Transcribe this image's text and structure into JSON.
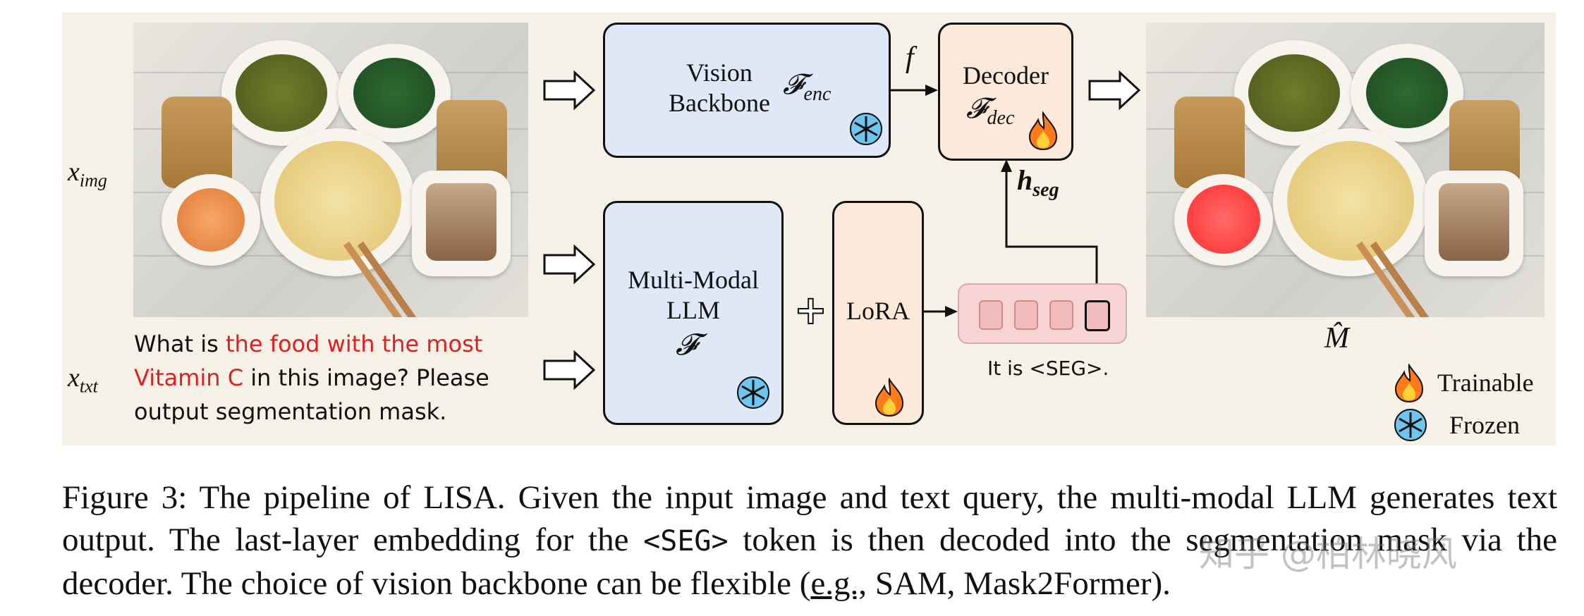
{
  "figure": {
    "inputs": {
      "image_label": "x",
      "image_label_sub": "img",
      "text_label": "x",
      "text_label_sub": "txt"
    },
    "query": {
      "line1_plain": "What is ",
      "line1_red": "the food with the most",
      "line2_red": "Vitamin C",
      "line2_plain": " in this image? Please",
      "line3_plain": "output segmentation mask."
    },
    "vision_backbone": {
      "line1": "Vision",
      "line2": "Backbone",
      "symbol": "𝓕",
      "symbol_sub": "enc"
    },
    "feature_label": "f",
    "decoder": {
      "line1": "Decoder",
      "symbol": "𝓕",
      "symbol_sub": "dec"
    },
    "hseg": {
      "base": "h",
      "sub": "seg"
    },
    "llm": {
      "line1": "Multi-Modal",
      "line2": "LLM",
      "symbol": "𝓕"
    },
    "plus": "+",
    "lora": "LoRA",
    "token_caption": "It is <SEG>.",
    "output_label": "M̂",
    "legend": {
      "trainable": "Trainable",
      "frozen": "Frozen"
    },
    "colors": {
      "query_highlight": "#e02020",
      "frozen_box": "#dfe8f7",
      "trainable_box": "#fde9d9",
      "token_strip": "#f7d3d3",
      "mask": "#ff3b3b"
    },
    "icons": {
      "frozen": "snowflake-icon",
      "trainable": "flame-icon"
    }
  },
  "caption": {
    "part1": "Figure 3: The pipeline of LISA. Given the input image and text query, the multi-modal LLM generates text output. The last-layer embedding for the ",
    "seg_token": "<SEG>",
    "part2": " token is then decoded into the segmentation mask via the decoder. The choice of vision backbone can be flexible (",
    "eg": "e.g.,",
    "part3": " SAM, Mask2Former)."
  },
  "watermark": "知乎 @柏林晓风"
}
